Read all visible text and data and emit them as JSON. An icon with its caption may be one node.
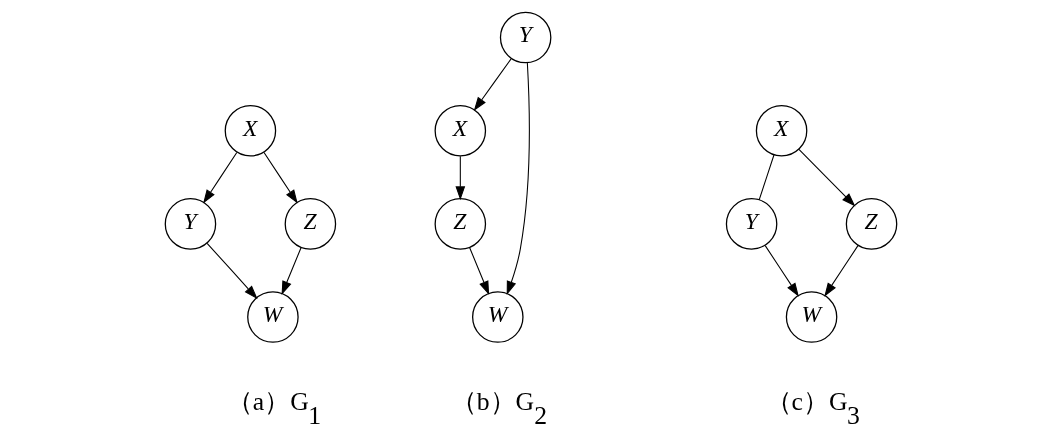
{
  "diagram": {
    "nodes": [
      {
        "text": [
          "X"
        ]
      },
      {
        "text": [
          "Y"
        ]
      },
      {
        "text": [
          "Z"
        ]
      },
      {
        "text": [
          "W"
        ]
      },
      {
        "text": [
          "X"
        ]
      },
      {
        "text": [
          "Y"
        ]
      },
      {
        "text": [
          "Z"
        ]
      },
      {
        "text": [
          "W"
        ]
      },
      {
        "text": [
          "X"
        ]
      },
      {
        "text": [
          "Y"
        ]
      },
      {
        "text": [
          "Z"
        ]
      },
      {
        "text": [
          "W"
        ]
      }
    ],
    "edges": [
      {
        "from": 0,
        "to": 1,
        "arrow": "to"
      },
      {
        "from": 0,
        "to": 2,
        "arrow": "to"
      },
      {
        "from": 1,
        "to": 3,
        "arrow": "to"
      },
      {
        "from": 2,
        "to": 3,
        "arrow": "to"
      },
      {
        "from": 5,
        "to": 4,
        "arrow": "to"
      },
      {
        "from": 4,
        "to": 6,
        "arrow": "to"
      },
      {
        "from": 5,
        "to": 7,
        "arrow": "to"
      },
      {
        "from": 6,
        "to": 7,
        "arrow": "to"
      },
      {
        "from": 8,
        "to": 9,
        "arrow": "none"
      },
      {
        "from": 8,
        "to": 10,
        "arrow": "to"
      },
      {
        "from": 9,
        "to": 11,
        "arrow": "to"
      },
      {
        "from": 10,
        "to": 11,
        "arrow": "to"
      }
    ],
    "labels": [
      "（a）G$_{1}$",
      "（b）G$_{2}$",
      "（c）G$_{3}$"
    ]
  }
}
